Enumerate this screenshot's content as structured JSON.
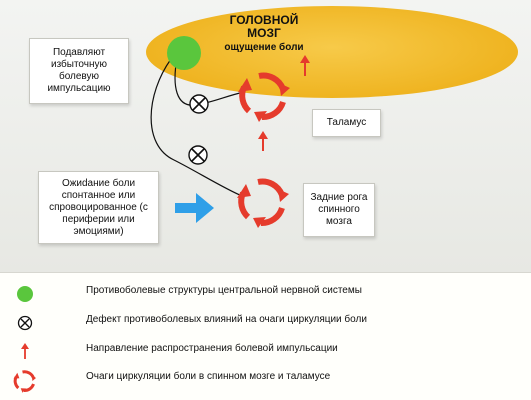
{
  "brain": {
    "title_line1": "ГОЛОВНОЙ",
    "title_line2": "МОЗГ",
    "subtitle": "ощущение боли"
  },
  "labels": {
    "suppress": "Подавляют избыточную болевую импульсацию",
    "thalamus": "Таламус",
    "expectation": "Ожиdание боли спонтанное или спровоцированное (с периферии или эмоциями)",
    "dorsal_horns": "Задние рога спинного мозга"
  },
  "legend": [
    {
      "icon": "green-circle-icon",
      "text": "Противоболевые структуры центральной нервной системы"
    },
    {
      "icon": "crossed-circle-icon",
      "text": "Дефект противоболевых влияний на очаги циркуляции боли"
    },
    {
      "icon": "red-arrow-icon",
      "text": "Направление распространения болевой импульсации"
    },
    {
      "icon": "circulation-icon",
      "text": "Очаги циркуляции боли в спинном мозге и таламусе"
    }
  ],
  "colors": {
    "brain": "#efb421",
    "green": "#5ac63d",
    "red": "#e53b2c",
    "blue": "#2f9fe8"
  }
}
